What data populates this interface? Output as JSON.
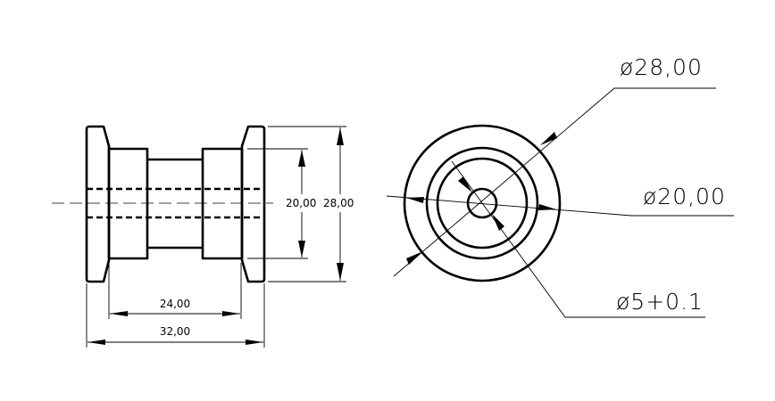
{
  "side_view": {
    "dim_inner_diameter": "20,00",
    "dim_outer_diameter": "28,00",
    "dim_body_length": "24,00",
    "dim_total_length": "32,00"
  },
  "front_view": {
    "dim_outer": "ø28,00",
    "dim_inner": "ø20,00",
    "dim_hole": "ø5+0.1"
  }
}
